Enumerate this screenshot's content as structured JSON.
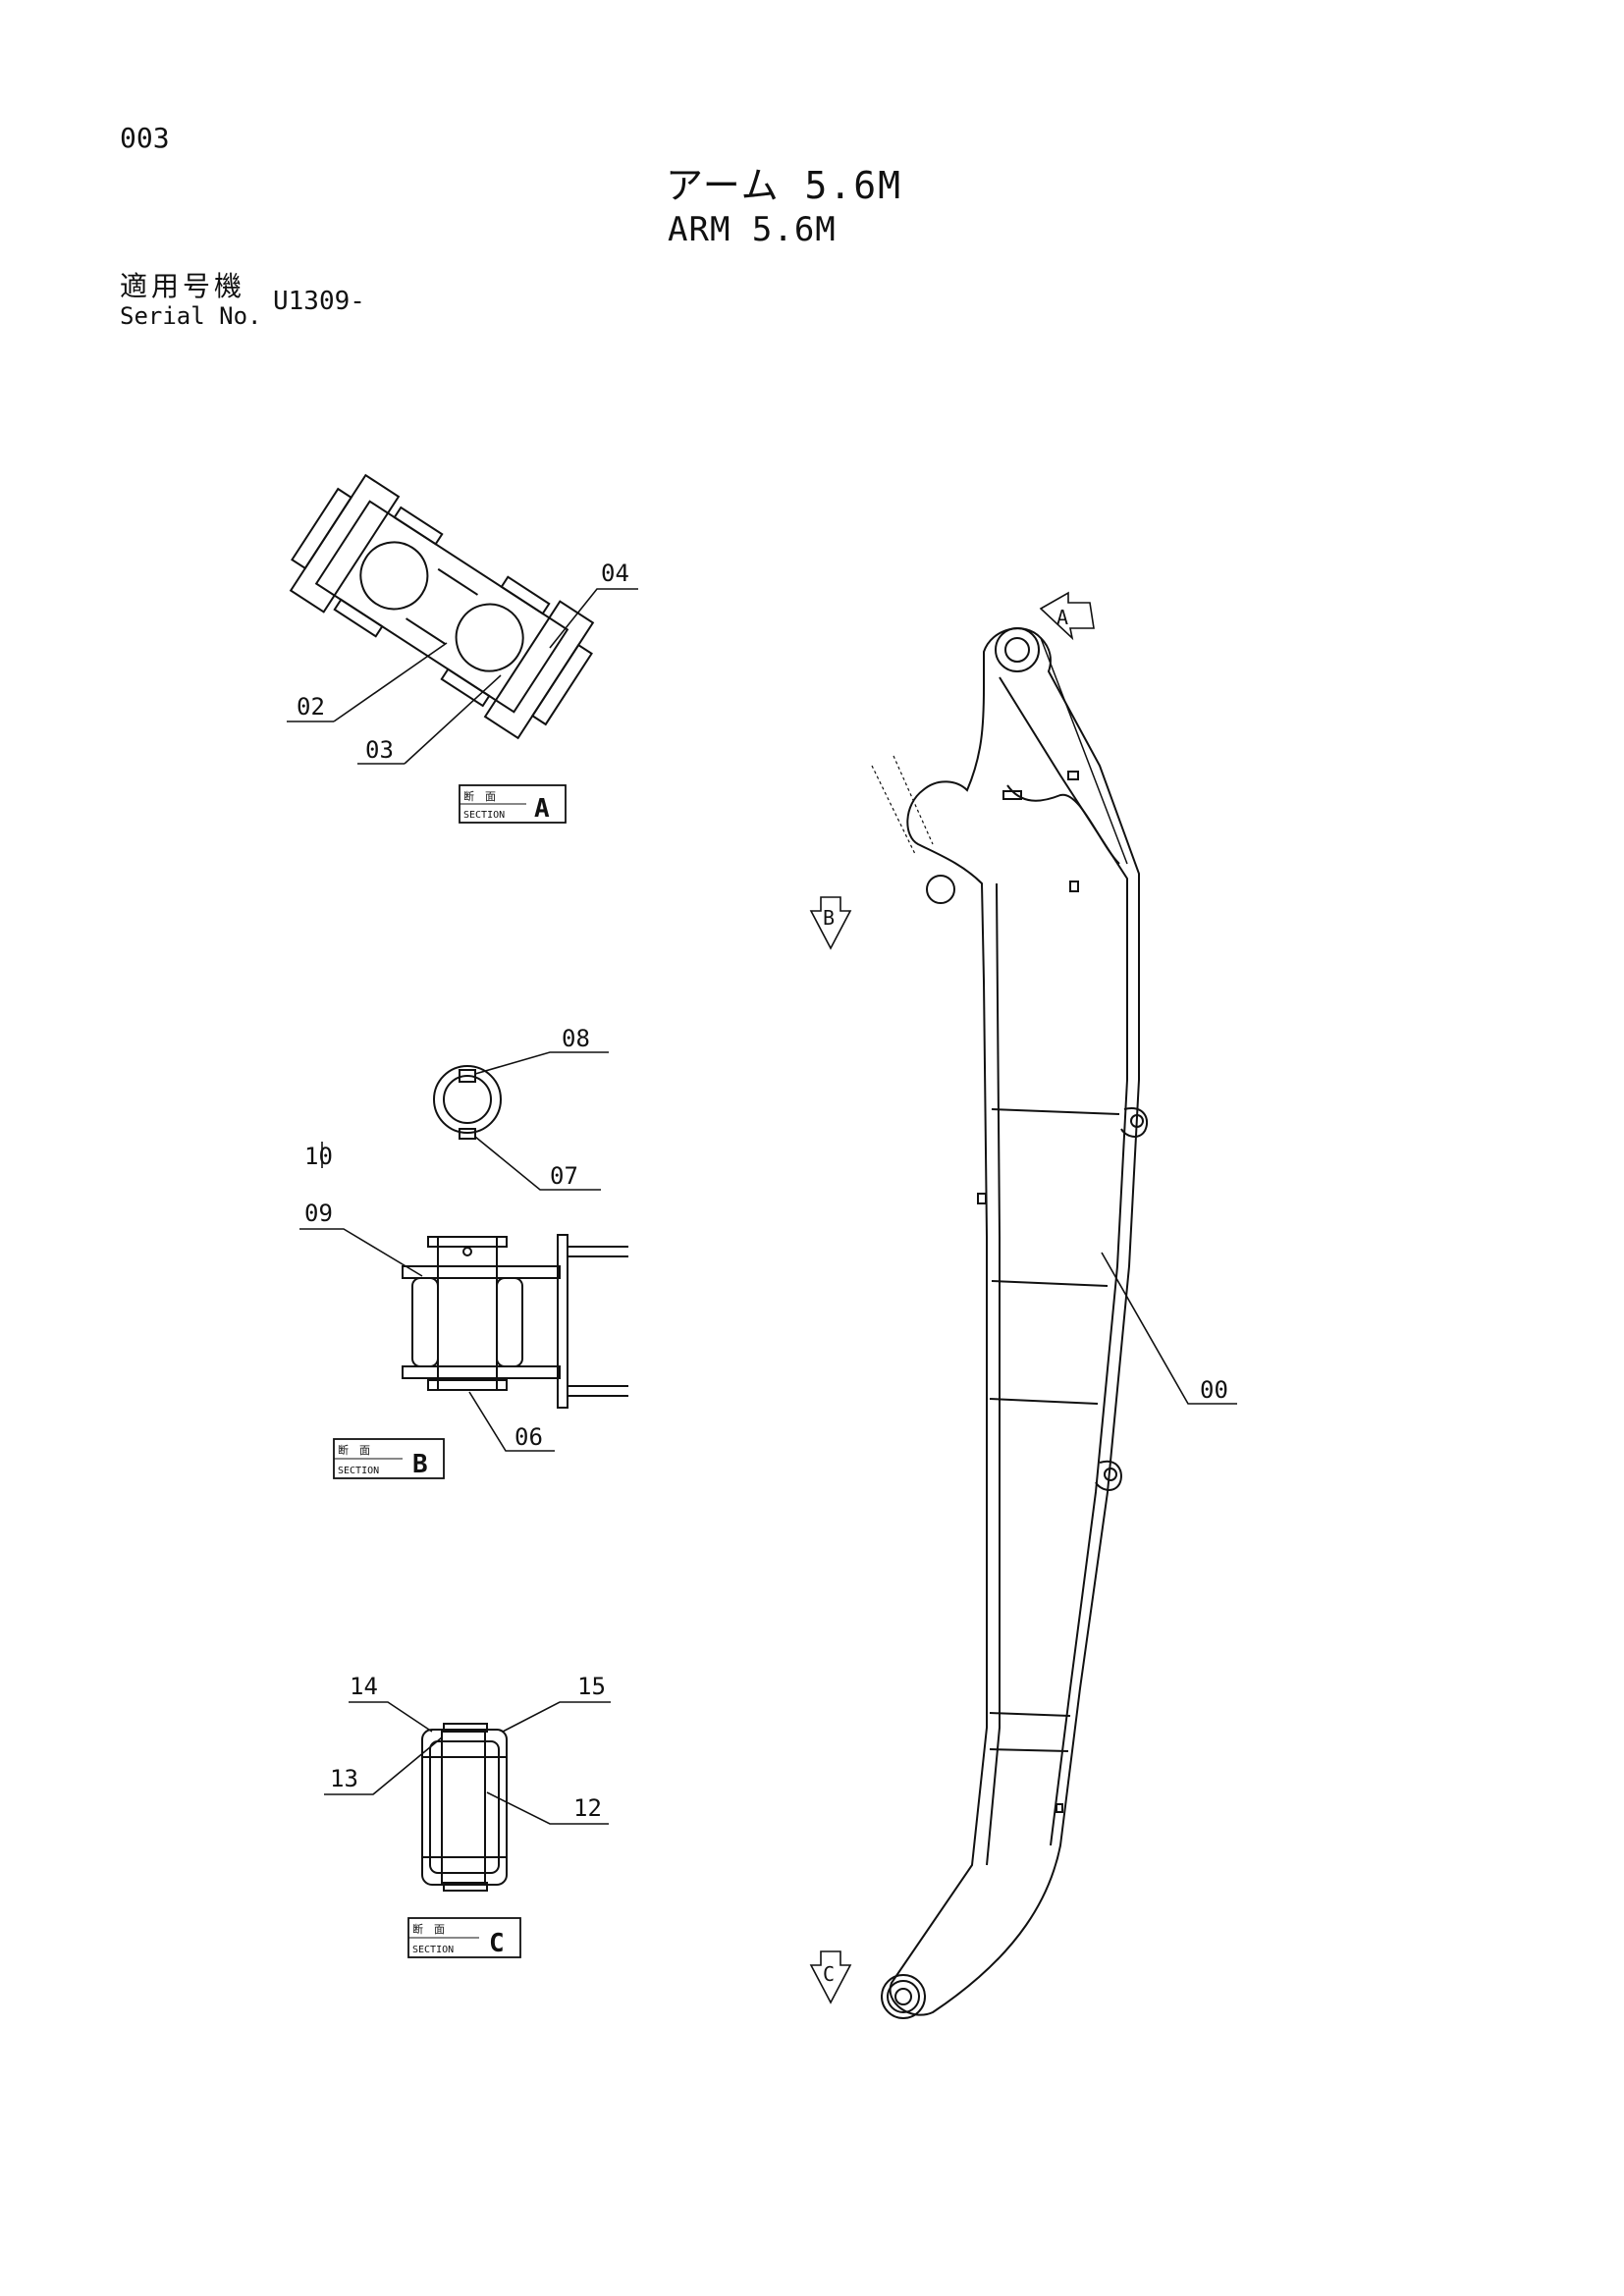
{
  "page_number": "003",
  "title": {
    "jp": "アーム 5.6M",
    "en": "ARM 5.6M"
  },
  "serial": {
    "label_jp": "適用号機",
    "label_en": "Serial No.",
    "value": "U1309-"
  },
  "section_box": {
    "jp": "断　面",
    "en": "SECTION"
  },
  "section_letters": {
    "a": "A",
    "b": "B",
    "c": "C"
  },
  "view_markers": {
    "a": "A",
    "b": "B",
    "c": "C"
  },
  "part_labels": {
    "p00": "00",
    "p02": "02",
    "p03": "03",
    "p04": "04",
    "p06": "06",
    "p07": "07",
    "p08": "08",
    "p09": "09",
    "p10": "10",
    "p12": "12",
    "p13": "13",
    "p14": "14",
    "p15": "15"
  },
  "icons": [
    "view-arrow-icon"
  ],
  "colors": {
    "ink": "#111111",
    "paper": "#ffffff"
  }
}
